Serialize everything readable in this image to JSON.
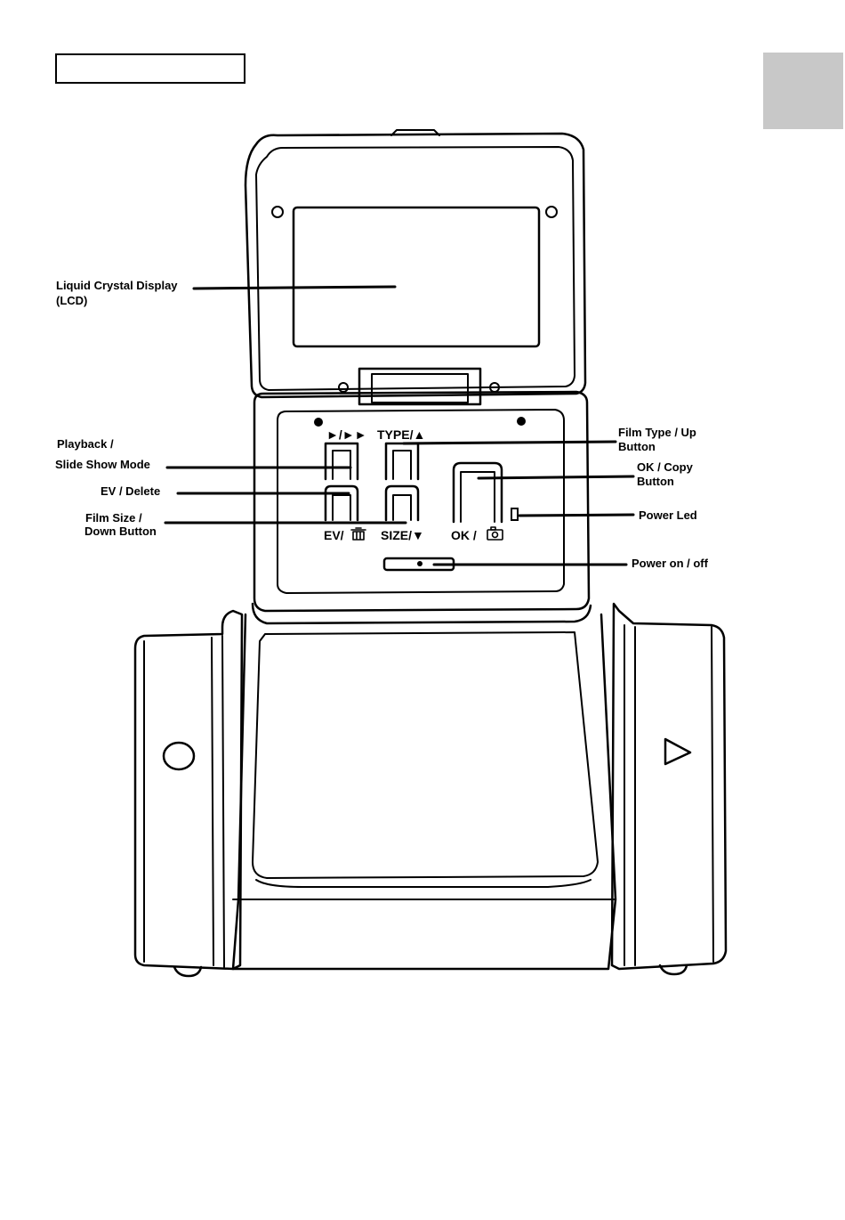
{
  "colors": {
    "ink": "#000000",
    "tab": "#c8c8c8",
    "paper": "#ffffff"
  },
  "header_box": {
    "text": ""
  },
  "device": {
    "button_labels": {
      "playback": "►/►►",
      "type": "TYPE/▲",
      "ev": "EV/",
      "size": "SIZE/▼",
      "ok": "OK /"
    },
    "icons": {
      "ev": "trash-icon",
      "ok": "camera-icon",
      "side_circle": "circle-icon",
      "side_triangle": "play-triangle-icon"
    }
  },
  "callouts": {
    "lcd_line1": "Liquid Crystal Display",
    "lcd_line2": "(LCD)",
    "playback_line1": "Playback /",
    "playback_line2": "Slide Show Mode",
    "ev_delete": "EV / Delete",
    "film_size_line1": "Film Size /",
    "film_size_line2": "Down Button",
    "film_type_line1": "Film Type / Up",
    "film_type_line2": "Button",
    "ok_copy_line1": "OK / Copy",
    "ok_copy_line2": "Button",
    "power_led": "Power Led",
    "power_onoff": "Power on / off"
  }
}
